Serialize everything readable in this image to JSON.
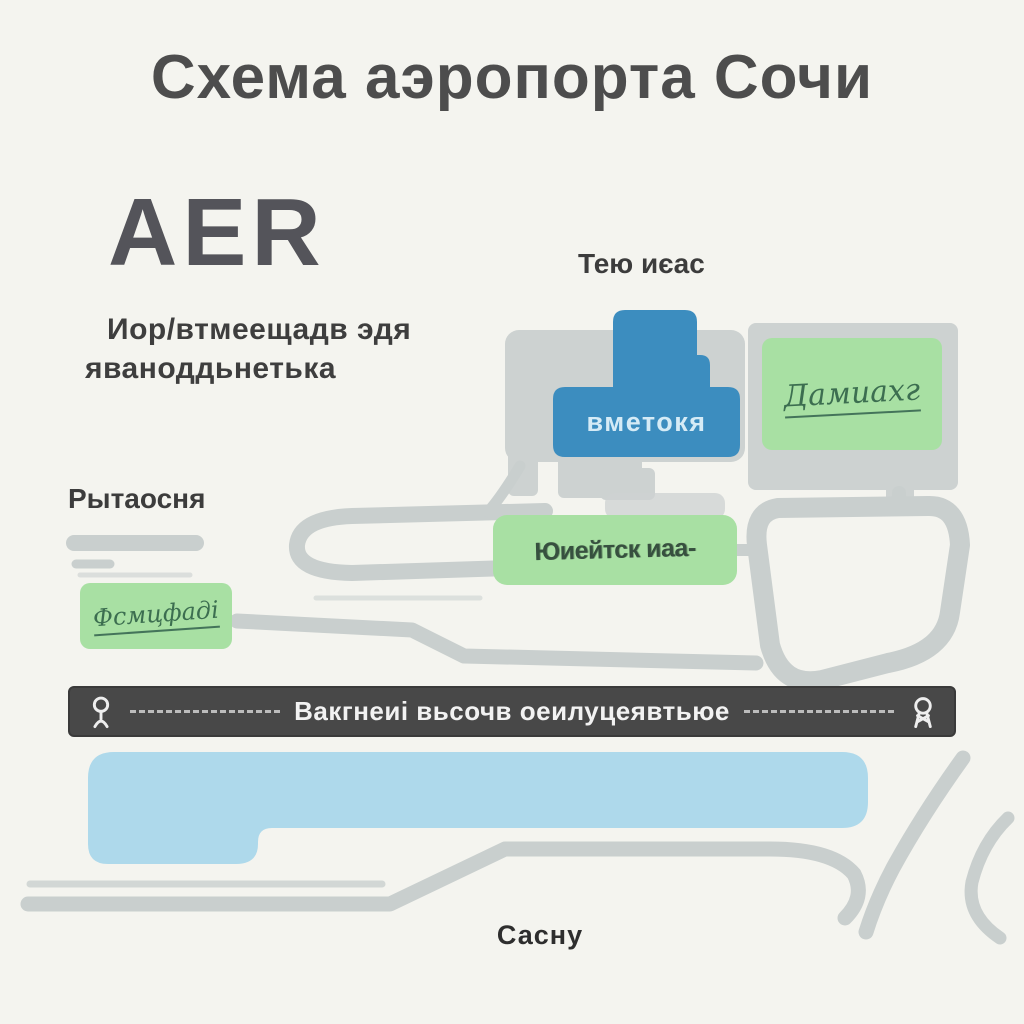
{
  "page": {
    "title": "Схема аэропорта Сочи",
    "background_color": "#f4f4ef"
  },
  "logo": {
    "code": "AER",
    "subtitle_line1": "Иор/втмеещадв эдя",
    "subtitle_line2": "яваноддьнетька"
  },
  "labels": {
    "top_terminal": "Тею иєас",
    "left_road": "Рытаосня",
    "bottom_city": "Сасну"
  },
  "map": {
    "blue_terminal": {
      "label": "вметокя",
      "color": "#3c8dbf",
      "label_color": "#d5ebf6"
    },
    "green_box_right": {
      "label": "Дамиахг",
      "color": "#a8e0a3"
    },
    "green_box_mid": {
      "label": "Юиейтск иаа-",
      "color": "#a8e0a3"
    },
    "green_box_left": {
      "label": "Фсмцфаді",
      "color": "#a8e0a3"
    },
    "runway_color": "#aed9eb",
    "roads_color": "#c9cfce",
    "building_color": "#cdd2d1"
  },
  "banner": {
    "text": "Вакгнеиі вьсочв оеилуцеявтьюе",
    "background": "#484848",
    "text_color": "#f2f2f2",
    "left_icon": "person-icon",
    "right_icon": "award-person-icon"
  }
}
